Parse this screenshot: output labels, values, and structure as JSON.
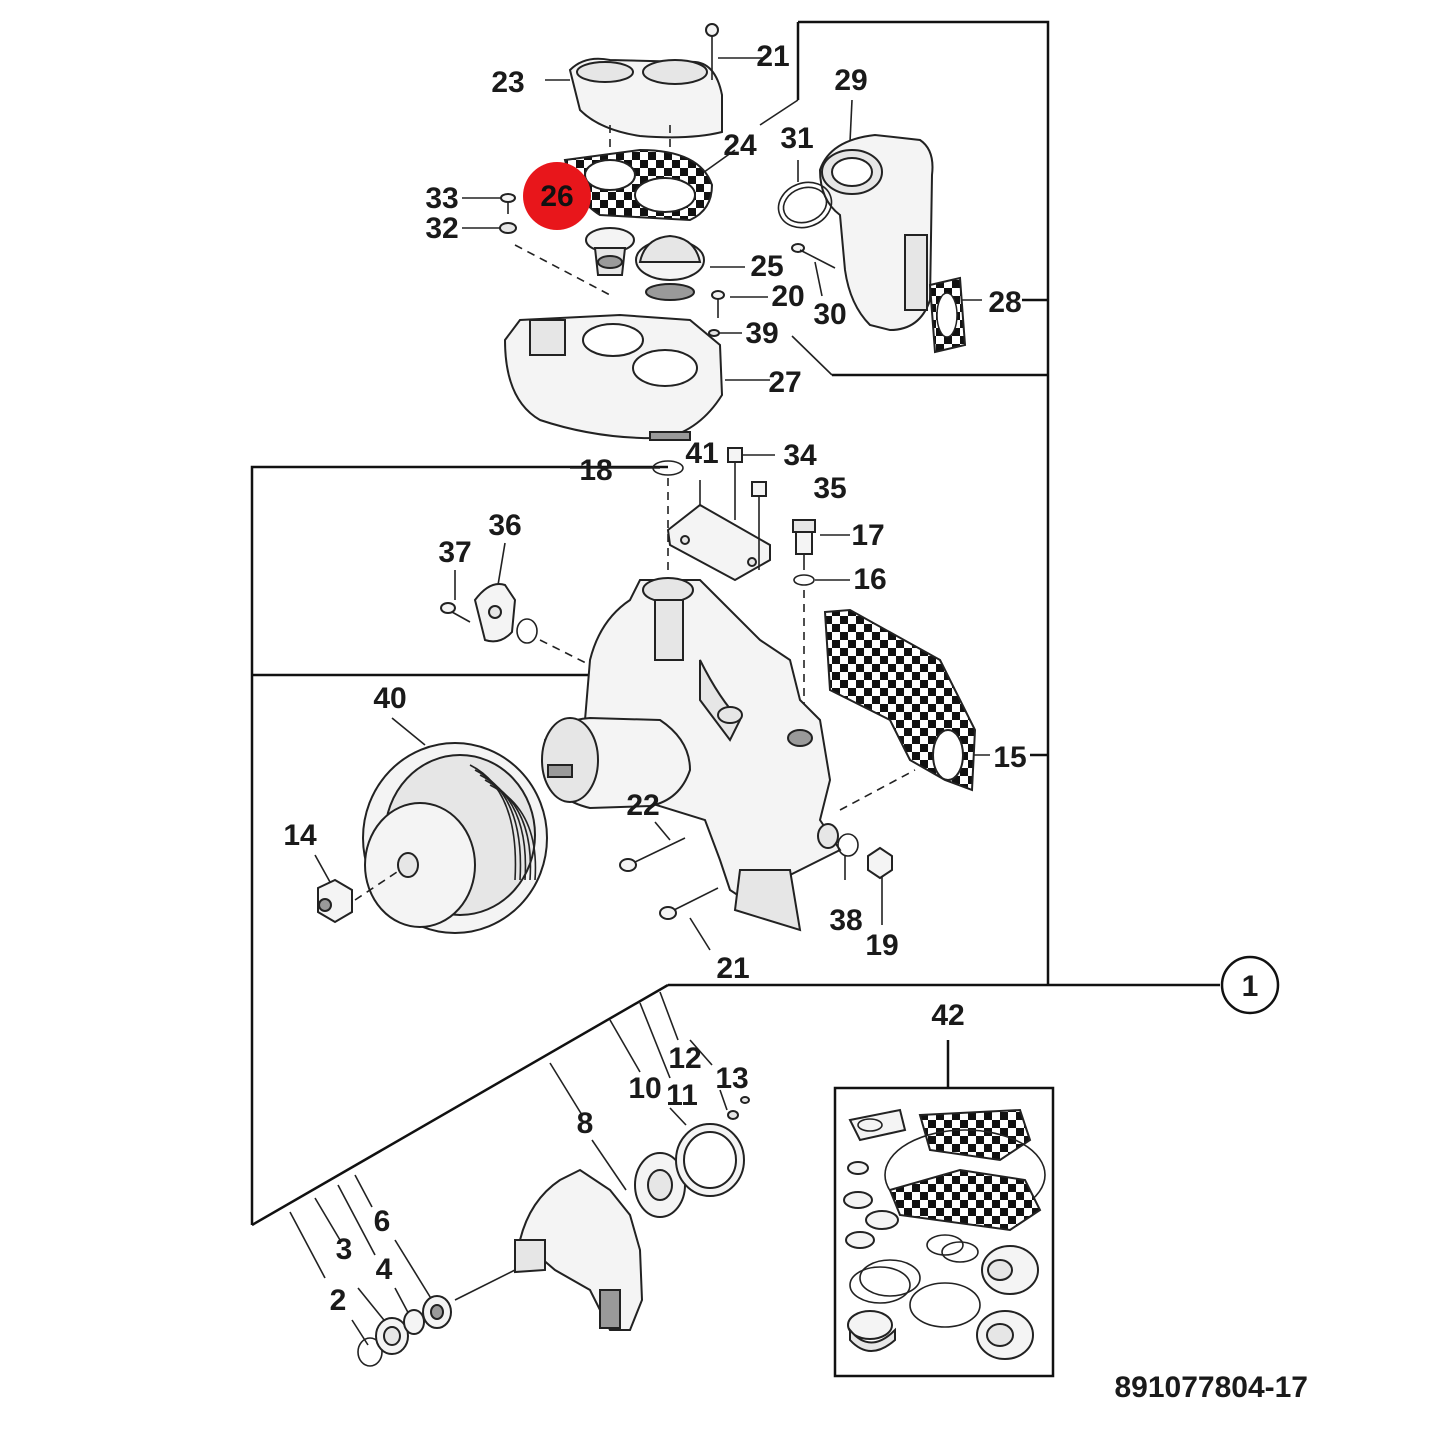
{
  "drawing_number": "891077804-17",
  "highlighted_part": "26",
  "highlight_color": "#e8161b",
  "reference_callout": "1",
  "labels": {
    "p2": "2",
    "p3": "3",
    "p4": "4",
    "p6": "6",
    "p8": "8",
    "p10": "10",
    "p11": "11",
    "p12": "12",
    "p13": "13",
    "p14": "14",
    "p15": "15",
    "p16": "16",
    "p17": "17",
    "p18": "18",
    "p19": "19",
    "p20": "20",
    "p21a": "21",
    "p21b": "21",
    "p22": "22",
    "p23": "23",
    "p24": "24",
    "p25": "25",
    "p26": "26",
    "p27": "27",
    "p28": "28",
    "p29": "29",
    "p30": "30",
    "p31": "31",
    "p32": "32",
    "p33": "33",
    "p34": "34",
    "p35": "35",
    "p36": "36",
    "p37": "37",
    "p38": "38",
    "p39": "39",
    "p40": "40",
    "p41": "41",
    "p42": "42"
  }
}
